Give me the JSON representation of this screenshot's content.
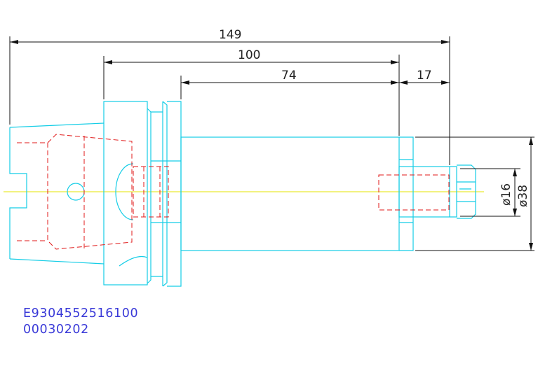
{
  "dimensions": {
    "overall_length": "149",
    "flange_to_end": "100",
    "body_length": "74",
    "tool_projection": "17",
    "tool_diameter": "ø16",
    "body_diameter": "ø38"
  },
  "part_number": "E9304552516100",
  "part_code": "00030202",
  "colors": {
    "outline": "#14cde6",
    "hidden": "#e01818",
    "centerline": "#e6e600",
    "dimension": "#111111",
    "code_text": "#3a3ad8"
  }
}
